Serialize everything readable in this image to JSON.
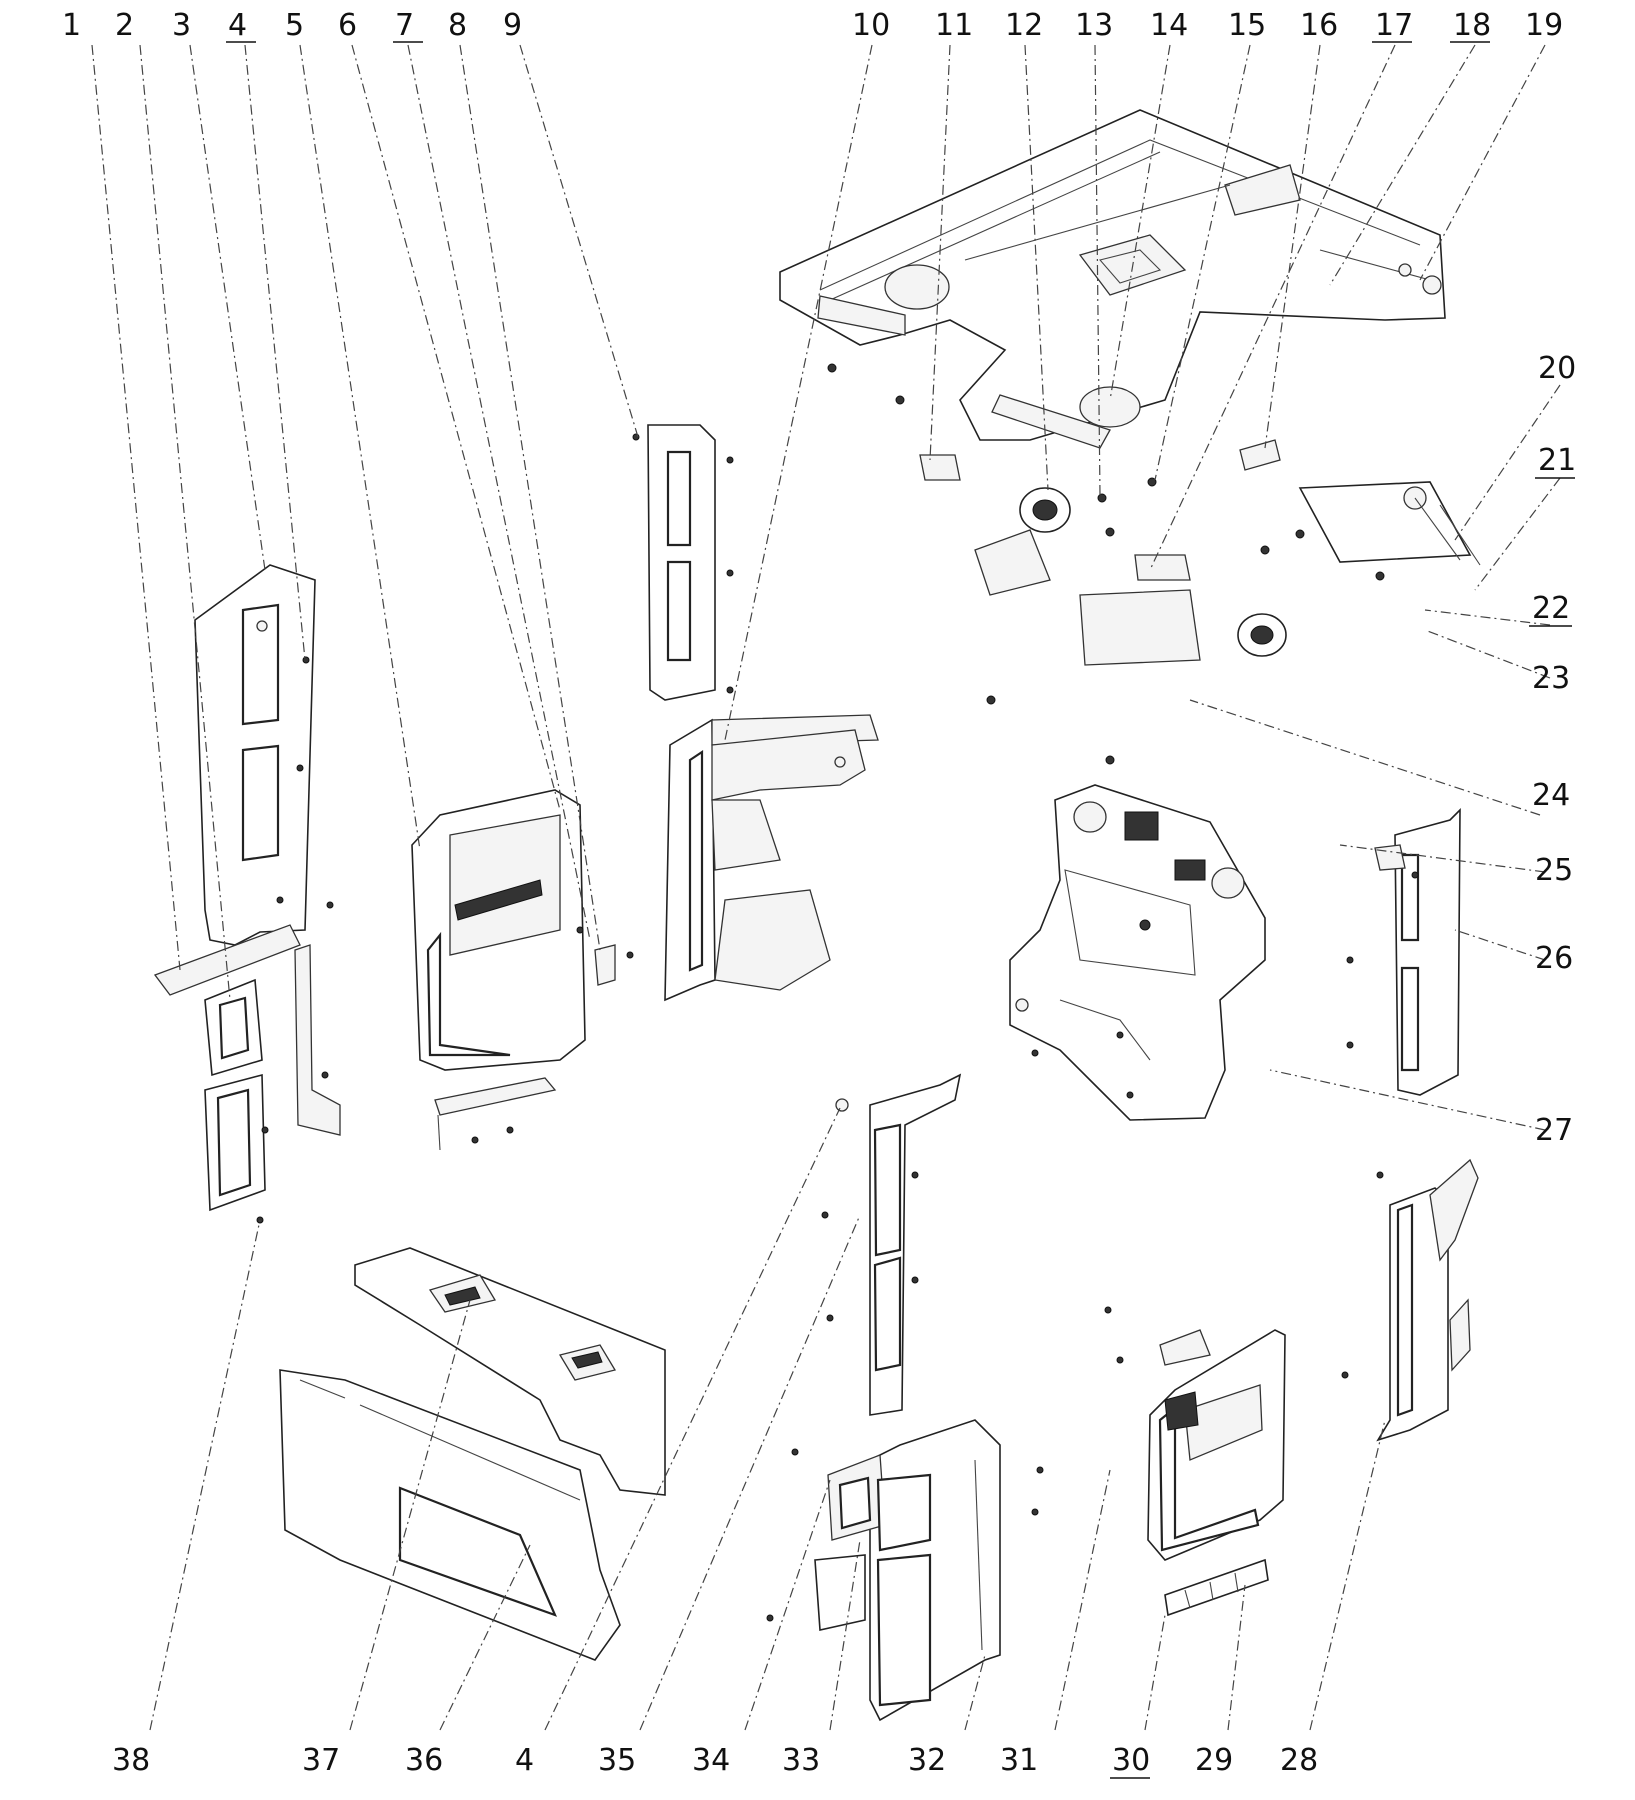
{
  "diagram": {
    "callout_labels": [
      "1",
      "2",
      "3",
      "4",
      "5",
      "6",
      "7",
      "8",
      "9",
      "10",
      "11",
      "12",
      "13",
      "14",
      "15",
      "16",
      "17",
      "18",
      "19",
      "20",
      "21",
      "22",
      "23",
      "24",
      "25",
      "26",
      "27",
      "28",
      "29",
      "30",
      "31",
      "32",
      "33",
      "34",
      "35",
      "4",
      "36",
      "37",
      "38"
    ],
    "underlined_labels": [
      "4",
      "7",
      "17",
      "18",
      "21",
      "22",
      "30"
    ]
  }
}
